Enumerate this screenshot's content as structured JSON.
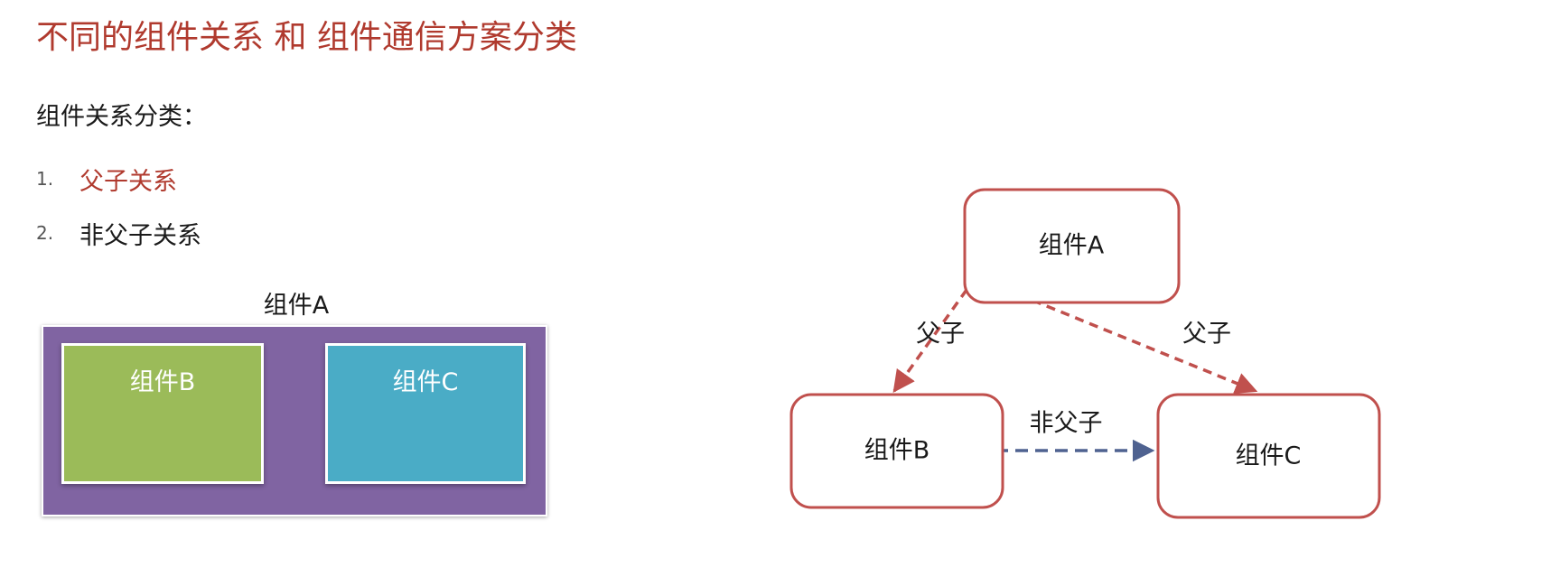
{
  "title": "不同的组件关系 和 组件通信方案分类",
  "subtitle": "组件关系分类：",
  "list": [
    {
      "number": "1.",
      "text": "父子关系"
    },
    {
      "number": "2.",
      "text": "非父子关系"
    }
  ],
  "nested_diagram": {
    "outer_label": "组件A",
    "inner": [
      {
        "label": "组件B"
      },
      {
        "label": "组件C"
      }
    ]
  },
  "relation_diagram": {
    "nodes": {
      "a": "组件A",
      "b": "组件B",
      "c": "组件C"
    },
    "edges": {
      "a_b": "父子",
      "a_c": "父子",
      "b_c": "非父子"
    }
  },
  "colors": {
    "title": "#b03a2e",
    "highlight": "#b03a2e",
    "text": "#1a1a1a",
    "outer_box": "#8064a2",
    "box_b": "#9bbb59",
    "box_c": "#4aacc6",
    "node_border": "#c0504d",
    "parent_child_arrow": "#c0504d",
    "sibling_arrow": "#4f6290"
  }
}
